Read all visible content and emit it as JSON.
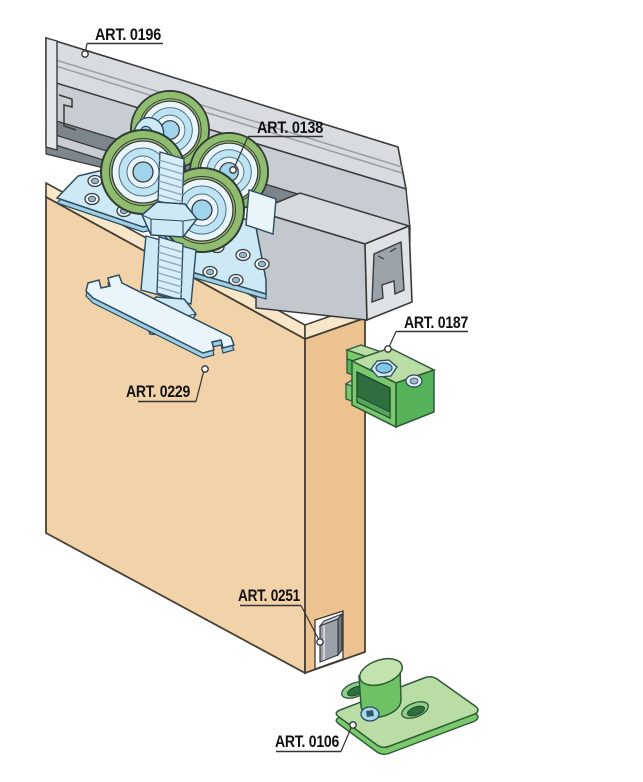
{
  "figure": {
    "type": "technical exploded illustration",
    "subject": "sliding door hardware system components"
  },
  "labels": [
    {
      "id": "top-rail",
      "text": "ART. 0196"
    },
    {
      "id": "roller-carriage",
      "text": "ART. 0138"
    },
    {
      "id": "wall-bracket",
      "text": "ART. 0187"
    },
    {
      "id": "spanner-wrench",
      "text": "ART. 0229"
    },
    {
      "id": "guide-channel",
      "text": "ART. 0251"
    },
    {
      "id": "floor-guide",
      "text": "ART. 0106"
    }
  ],
  "colors": {
    "outline": "#3a3a3a",
    "rail_face": "#d8dce0",
    "rail_mid": "#c7cdd2",
    "rail_dark": "#7d858d",
    "rail_cut": "#e3e6e9",
    "rail_box_top": "#d6dadd",
    "rail_box_front": "#c2c8cd",
    "rail_end_face": "#dfe3e6",
    "rail_end_inner": "#9ba3aa",
    "door_top": "#f8e6c8",
    "door_face": "#f2d3a9",
    "door_side": "#ecc291",
    "steel_blue_light": "#e9f5fb",
    "steel_blue": "#cde9f6",
    "steel_blue_deep": "#9fcfe4",
    "hub_blue": "#9fd4ec",
    "hub_ring": "#c0e3f3",
    "tire_green": "#8fbc6f",
    "green_top": "#b9dda4",
    "green_front": "#7bc96f",
    "green_side": "#55b258",
    "green_dark": "#2f6e3e",
    "channel_gray": "#9aa1a8",
    "label_color": "#111111"
  }
}
